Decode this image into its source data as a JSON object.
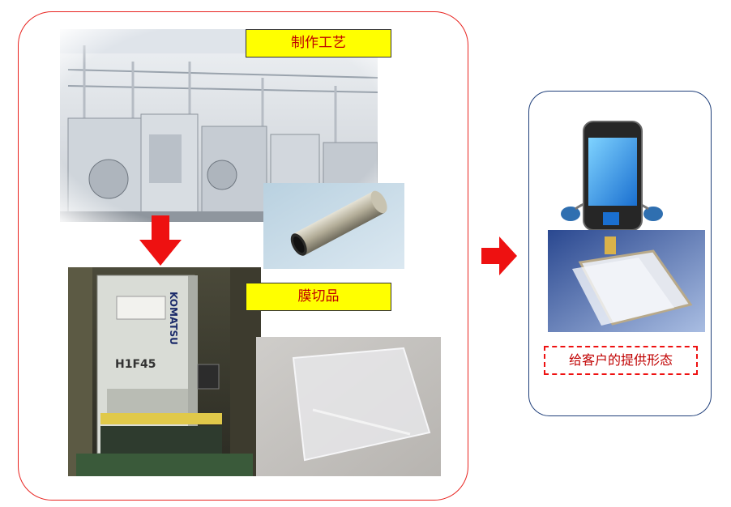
{
  "labels": {
    "process": "制作工艺",
    "film_cut": "膜切品",
    "delivery_form": "给客户的提供形态"
  },
  "photo_stamps": {
    "press_brand": "KOMATSU",
    "press_model": "H1F45"
  },
  "colors": {
    "arrow": "#ee1111",
    "left_border": "#e8231f",
    "right_border": "#1f3f7a",
    "label_bg": "#ffff00",
    "label_text": "#c00000"
  },
  "icons": {
    "down_arrow": "arrow-down-icon",
    "right_arrow": "arrow-right-icon",
    "phone": "smartphone-icon"
  }
}
